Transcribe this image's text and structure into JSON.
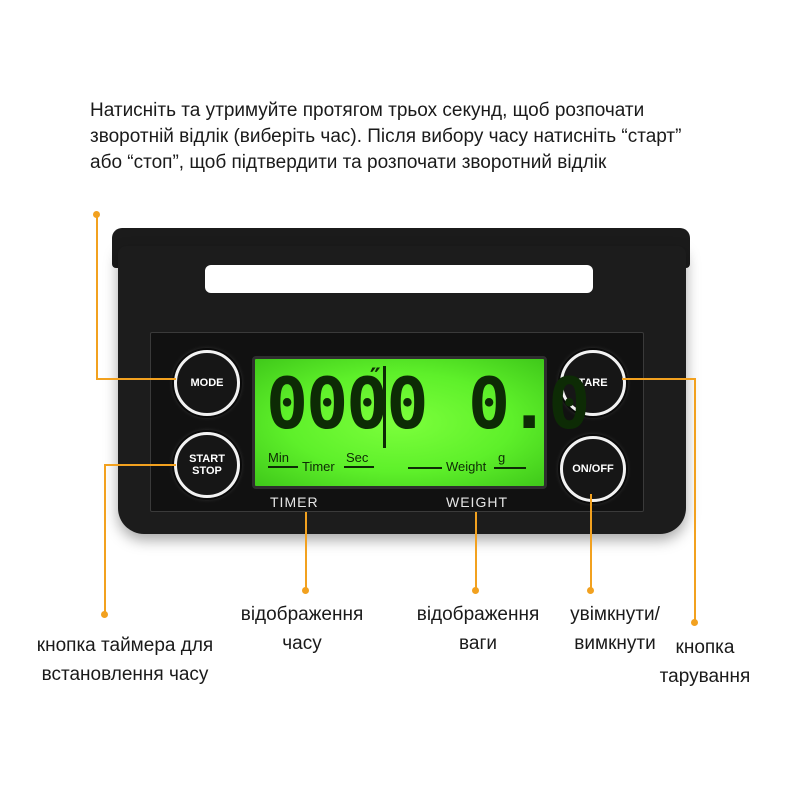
{
  "intro_text": "Натисніть та утримуйте протягом трьох секунд, щоб розпочати зворотній відлік (виберіть час). Після вибору часу натисніть “старт” або “стоп”, щоб підтвердити та розпочати зворотний відлік",
  "device": {
    "buttons": {
      "mode": "MODE",
      "start_stop_line1": "START",
      "start_stop_line2": "STOP",
      "tare": "TARE",
      "on_off": "ON/OFF"
    },
    "display": {
      "timer_value": "0000",
      "timer_mark": "″",
      "weight_value": "0.0",
      "min_label": "Min",
      "timer_label": "Timer",
      "sec_label": "Sec",
      "weight_label": "Weight",
      "unit_label": "g"
    },
    "under_labels": {
      "timer": "TIMER",
      "weight": "WEIGHT"
    }
  },
  "callouts": {
    "timer_button": "кнопка таймера для встановлення часу",
    "time_display": "відображення часу",
    "weight_display": "відображення ваги",
    "on_off": "увімкнути/ вимкнути",
    "tare": "кнопка тарування"
  },
  "colors": {
    "callout_line": "#f2a11f",
    "lcd_backlight": "#5ef02a"
  }
}
